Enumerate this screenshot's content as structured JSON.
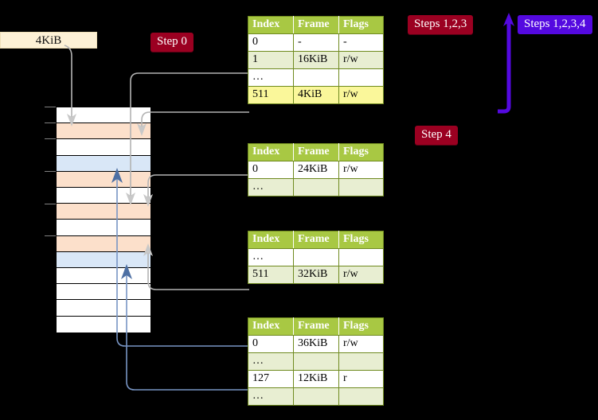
{
  "diagram": {
    "title": "page-table-walk",
    "background": "#000000"
  },
  "labels": {
    "page_size": "4KiB",
    "step0": "Step 0",
    "steps123": "Steps 1,2,3",
    "steps1234": "Steps 1,2,3,4",
    "step4": "Step 4"
  },
  "colors": {
    "header_green": "#a8c843",
    "row_alt": "#e8eed2",
    "highlight_yellow": "#faf79a",
    "badge_red": "#9b0021",
    "badge_purple": "#5409e0",
    "mem_orange": "#fce0cb",
    "mem_blue": "#d9e7f7",
    "connector_gray": "#b3b3b3",
    "connector_blue": "#7895c4"
  },
  "tables": [
    {
      "id": "pml4",
      "columns": [
        "Index",
        "Frame",
        "Flags"
      ],
      "rows": [
        {
          "cells": [
            "0",
            "-",
            "-"
          ],
          "alt": false,
          "highlight": []
        },
        {
          "cells": [
            "1",
            "16KiB",
            "r/w"
          ],
          "alt": true,
          "highlight": []
        },
        {
          "cells": [
            "…",
            "",
            ""
          ],
          "alt": false,
          "highlight": []
        },
        {
          "cells": [
            "511",
            "4KiB",
            "r/w"
          ],
          "alt": true,
          "highlight": [
            0,
            1,
            2
          ]
        }
      ]
    },
    {
      "id": "pdpt",
      "columns": [
        "Index",
        "Frame",
        "Flags"
      ],
      "rows": [
        {
          "cells": [
            "0",
            "24KiB",
            "r/w"
          ],
          "alt": false,
          "highlight": []
        },
        {
          "cells": [
            "…",
            "",
            ""
          ],
          "alt": true,
          "highlight": []
        }
      ]
    },
    {
      "id": "pd",
      "columns": [
        "Index",
        "Frame",
        "Flags"
      ],
      "rows": [
        {
          "cells": [
            "…",
            "",
            ""
          ],
          "alt": false,
          "highlight": []
        },
        {
          "cells": [
            "511",
            "32KiB",
            "r/w"
          ],
          "alt": true,
          "highlight": []
        }
      ]
    },
    {
      "id": "pt",
      "columns": [
        "Index",
        "Frame",
        "Flags"
      ],
      "rows": [
        {
          "cells": [
            "0",
            "36KiB",
            "r/w"
          ],
          "alt": false,
          "highlight": []
        },
        {
          "cells": [
            "…",
            "",
            ""
          ],
          "alt": true,
          "highlight": []
        },
        {
          "cells": [
            "127",
            "12KiB",
            "r"
          ],
          "alt": false,
          "highlight": []
        },
        {
          "cells": [
            "…",
            "",
            ""
          ],
          "alt": true,
          "highlight": []
        }
      ]
    }
  ],
  "memory": {
    "rows": [
      {
        "fill": "white"
      },
      {
        "fill": "orange"
      },
      {
        "fill": "white"
      },
      {
        "fill": "blue"
      },
      {
        "fill": "orange"
      },
      {
        "fill": "white"
      },
      {
        "fill": "orange"
      },
      {
        "fill": "white"
      },
      {
        "fill": "orange"
      },
      {
        "fill": "blue"
      },
      {
        "fill": "white"
      },
      {
        "fill": "white"
      },
      {
        "fill": "white"
      },
      {
        "fill": "white"
      }
    ]
  }
}
